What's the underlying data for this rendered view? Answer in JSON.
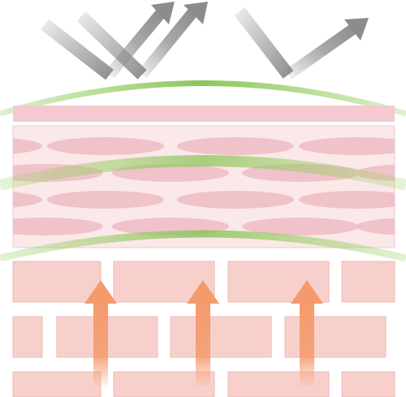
{
  "diagram": {
    "colors": {
      "background": "#ffffff",
      "reflection_arrow": "#8c8c8c",
      "film_curve": "#9fd36a",
      "film_curve_dark": "#7fb84c",
      "top_band": "#f4c9cf",
      "band_panel": "#fbe8e9",
      "band_panel_border": "#f0c9ce",
      "oval_cell": "#f0c2c9",
      "brick": "#f7d0cc",
      "brick_border": "#efb9b4",
      "upward_arrow": "#f49a6c"
    },
    "reflection_arrows": [
      {
        "id": "left-pair",
        "icon": "reflection-arrow-icon"
      },
      {
        "id": "right-v",
        "icon": "reflection-arrow-icon"
      }
    ],
    "film_layers": [
      "top-film",
      "middle-film",
      "lower-film"
    ],
    "upward_arrows": [
      "arrow-left",
      "arrow-center",
      "arrow-right"
    ]
  }
}
